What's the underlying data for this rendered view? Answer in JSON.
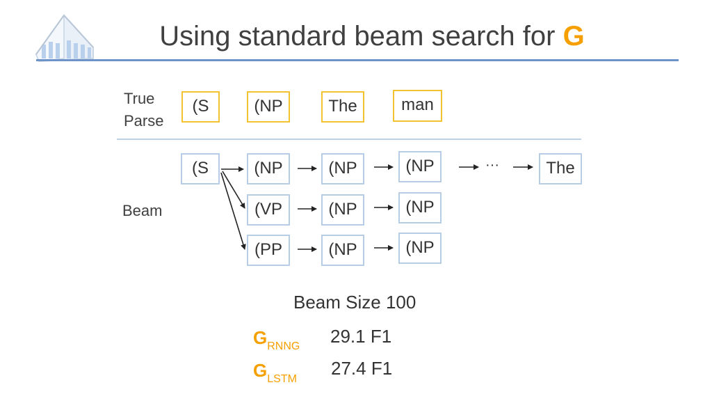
{
  "title": {
    "text": "Using standard beam search for ",
    "highlight": "G"
  },
  "true_parse": {
    "label_line1": "True",
    "label_line2": "Parse",
    "tokens": [
      "(S",
      "(NP",
      "The",
      "man"
    ]
  },
  "beam": {
    "label": "Beam",
    "root": "(S",
    "rows": [
      [
        "(NP",
        "(NP",
        "(NP"
      ],
      [
        "(VP",
        "(NP",
        "(NP"
      ],
      [
        "(PP",
        "(NP",
        "(NP"
      ]
    ],
    "ellipsis": "···",
    "end": "The"
  },
  "results": {
    "beam_size": "Beam Size 100",
    "models": [
      {
        "name": "G",
        "sub": "RNNG",
        "score": "29.1 F1"
      },
      {
        "name": "G",
        "sub": "LSTM",
        "score": "27.4 F1"
      }
    ]
  },
  "colors": {
    "accent": "#f5a000",
    "gold_border": "#f2c230",
    "blue_border": "#b7cde6",
    "rule": "#6d93c9"
  }
}
